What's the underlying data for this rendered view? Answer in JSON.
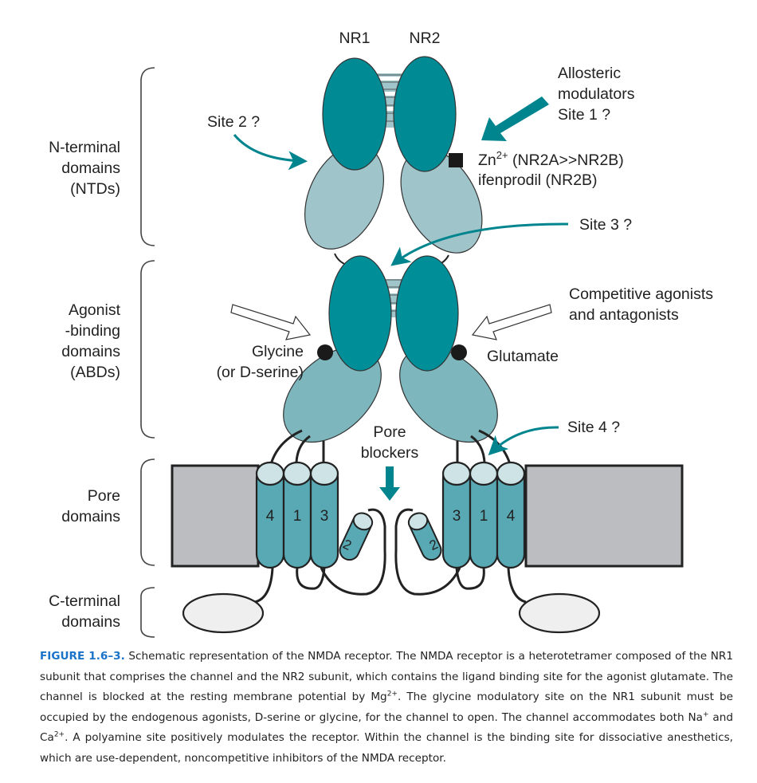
{
  "figure": {
    "subunit_labels": [
      "NR1",
      "NR2"
    ],
    "domain_labels": {
      "ntd": [
        "N-terminal",
        "domains",
        "(NTDs)"
      ],
      "abd": [
        "Agonist",
        "-binding",
        "domains",
        "(ABDs)"
      ],
      "pore": [
        "Pore",
        "domains"
      ],
      "cterm": [
        "C-terminal",
        "domains"
      ]
    },
    "annotations": {
      "site2": "Site 2 ?",
      "allosteric": [
        "Allosteric",
        "modulators",
        "Site 1 ?"
      ],
      "zinc_prefix": "Zn",
      "zinc_charge": "2+",
      "zinc_suffix": " (NR2A>>NR2B)",
      "ifenprodil": "ifenprodil (NR2B)",
      "site3": "Site 3 ?",
      "competitive": [
        "Competitive agonists",
        "and antagonists"
      ],
      "glycine": [
        "Glycine",
        "(or D-serine)"
      ],
      "glutamate": "Glutamate",
      "pore_blockers": [
        "Pore",
        "blockers"
      ],
      "site4": "Site 4 ?"
    },
    "helix_numbers_left": [
      "4",
      "1",
      "3",
      "2"
    ],
    "helix_numbers_right": [
      "3",
      "1",
      "4",
      "2"
    ],
    "colors": {
      "ntd_upper": "#008a94",
      "ntd_lower": "#9fc5cb",
      "abd_upper": "#008f99",
      "abd_lower": "#7db6bd",
      "helix": "#58a9b4",
      "helix_cap": "#cde3e6",
      "membrane": "#bbbdc0",
      "cterm": "#efefef",
      "arrow": "#00858f",
      "linker": "#9fc5cb",
      "caption_accent": "#1a73c8"
    }
  },
  "caption": {
    "figure_number": "FIGURE 1.6–3.",
    "text_1": " Schematic representation of the NMDA receptor. The NMDA receptor is a heterotetramer composed of the NR1 subunit that comprises the channel and the NR2 subunit, which contains the ligand binding site for the agonist glutamate. The channel is blocked at the resting membrane potential by Mg",
    "sup_1": "2+",
    "text_2": ". The glycine modulatory site on the NR1 subunit must be occupied by the endogenous agonists, D-serine or glycine, for the channel to open. The channel accommodates both Na",
    "sup_2": "+",
    "text_3": " and Ca",
    "sup_3": "2+",
    "text_4": ". A polyamine site positively modulates the receptor. Within the channel is the binding site for dissociative anesthetics, which are use-dependent, noncompetitive inhibitors of the NMDA receptor."
  }
}
